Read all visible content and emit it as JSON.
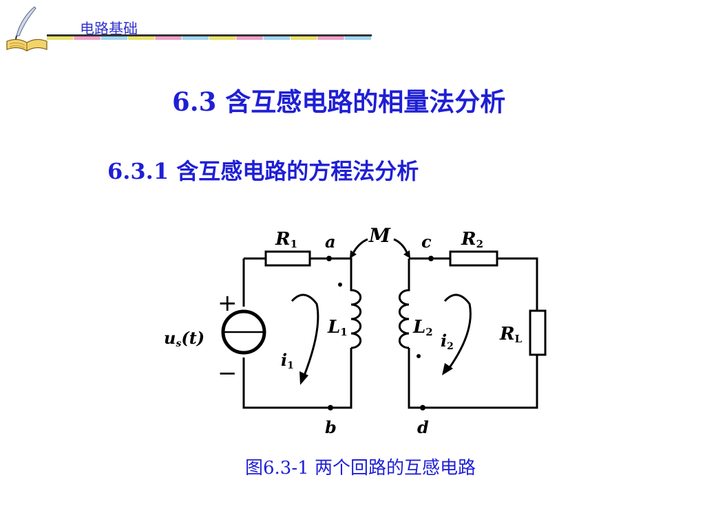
{
  "header": {
    "title": "电路基础"
  },
  "slide": {
    "title": "6.3  含互感电路的相量法分析",
    "section": "6.3.1 含互感电路的方程法分析"
  },
  "figure": {
    "caption": "图6.3-1  两个回路的互感电路",
    "labels": {
      "R1": "R",
      "R1_sub": "1",
      "R2": "R",
      "R2_sub": "2",
      "RL": "R",
      "RL_sub": "L",
      "L1": "L",
      "L1_sub": "1",
      "L2": "L",
      "L2_sub": "2",
      "M": "M",
      "source": "u",
      "source_sub": "s",
      "source_arg": "(t)",
      "i1": "i",
      "i1_sub": "1",
      "i2": "i",
      "i2_sub": "2",
      "plus": "+",
      "minus": "−",
      "node_a": "a",
      "node_b": "b",
      "node_c": "c",
      "node_d": "d"
    }
  },
  "colors": {
    "title": "#1f1fd6",
    "header": "#3333cc",
    "bar_segments": [
      "#e8e26a",
      "#f2a0c8",
      "#9fd7ef",
      "#e8e26a",
      "#f2a0c8",
      "#9fd7ef",
      "#e8e26a",
      "#f2a0c8",
      "#9fd7ef",
      "#e8e26a",
      "#f2a0c8",
      "#9fd7ef"
    ]
  }
}
